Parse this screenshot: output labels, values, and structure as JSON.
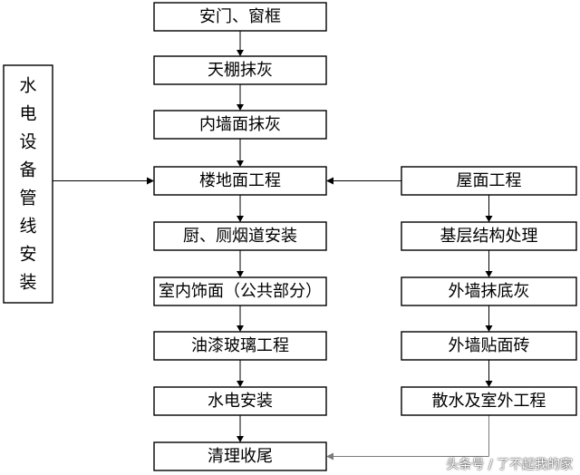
{
  "diagram": {
    "center_steps": [
      "安门、窗框",
      "天棚抹灰",
      "内墙面抹灰",
      "楼地面工程",
      "厨、厕烟道安装",
      "室内饰面（公共部分）",
      "油漆玻璃工程",
      "水电安装",
      "清理收尾"
    ],
    "right_steps": [
      "屋面工程",
      "基层结构处理",
      "外墙抹底灰",
      "外墙贴面砖",
      "散水及室外工程"
    ],
    "side_label": "水电设备管线安装"
  },
  "watermark": "头条号 / 了不起我的家"
}
